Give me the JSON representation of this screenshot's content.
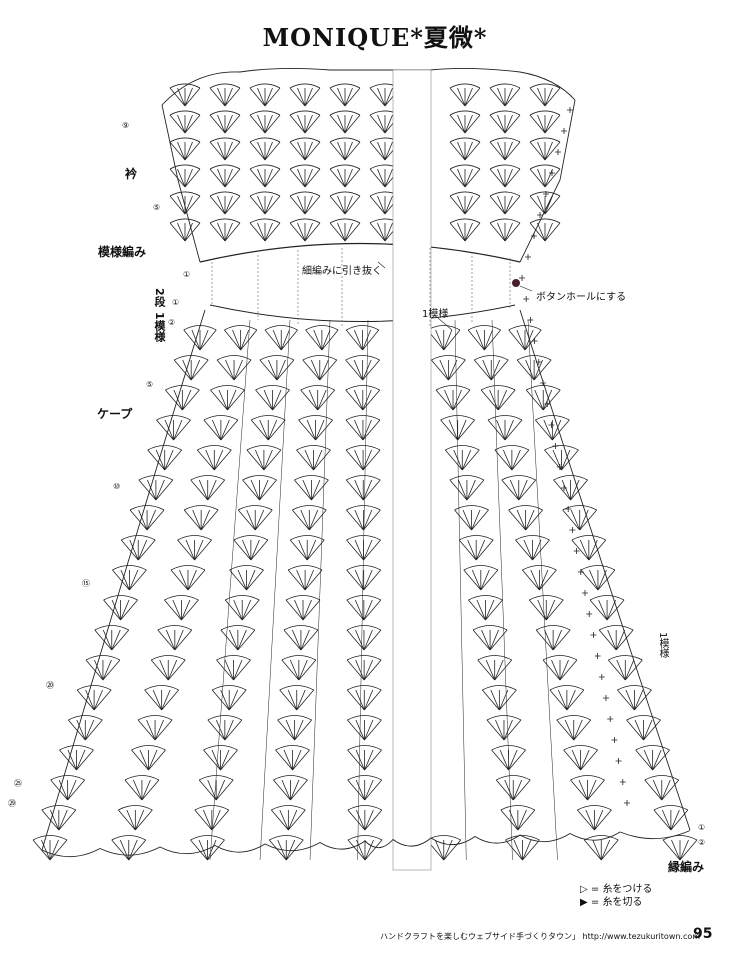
{
  "title": "MONIQUE*夏微*",
  "labels": {
    "collar": "衿",
    "pattern": "模様編み",
    "row_marker_1": "2段",
    "row_marker_2": "1模様",
    "cape": "ケープ",
    "edging": "縁編み",
    "pull_through": "細編みに引き抜く",
    "button_loop": "ボタンホールにする",
    "repeat_center": "1模様",
    "repeat_side": "1模様"
  },
  "row_numbers": [
    "⑨",
    "⑤",
    "①",
    "①",
    "②",
    "⑤",
    "⑩",
    "⑮",
    "⑳",
    "㉕",
    "㉙",
    "①",
    "②"
  ],
  "legend": {
    "attach_symbol": "▷ =",
    "attach": "糸をつける",
    "cut_symbol": "▶ =",
    "cut": "糸を切る"
  },
  "footer": {
    "site_text": "ハンドクラフトを楽しむウェブサイド手づくりタウン」 http://www.tezukuritown.com",
    "page": "95"
  }
}
